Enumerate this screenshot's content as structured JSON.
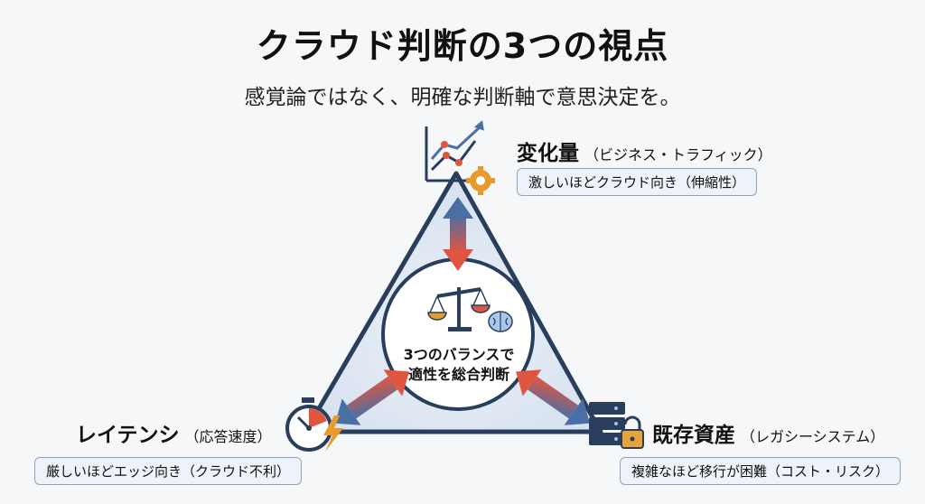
{
  "title": "クラウド判断の3つの視点",
  "subtitle": "感覚論ではなく、明確な判断軸で意思決定を。",
  "top": {
    "heading": "変化量",
    "heading_sub": "（ビジネス・トラフィック）",
    "box": "激しいほどクラウド向き（伸縮性）",
    "icon": "growth-chart-gear-icon"
  },
  "left": {
    "heading": "レイテンシ",
    "heading_sub": "（応答速度）",
    "box": "厳しいほどエッジ向き（クラウド不利）",
    "icon": "stopwatch-lightning-icon"
  },
  "right": {
    "heading": "既存資産",
    "heading_sub": "（レガシーシステム）",
    "box": "複雑なほど移行が困難（コスト・リスク）",
    "icon": "server-lock-icon"
  },
  "center": {
    "line1": "3つのバランスで",
    "line2": "適性を総合判断",
    "icons": [
      "balance-scale-icon",
      "brain-icon"
    ]
  },
  "colors": {
    "arrow_red": "#e0553f",
    "arrow_blue": "#4a6fa5",
    "triangle_stroke": "#283e5c",
    "triangle_fill": "#dfe8f3"
  }
}
